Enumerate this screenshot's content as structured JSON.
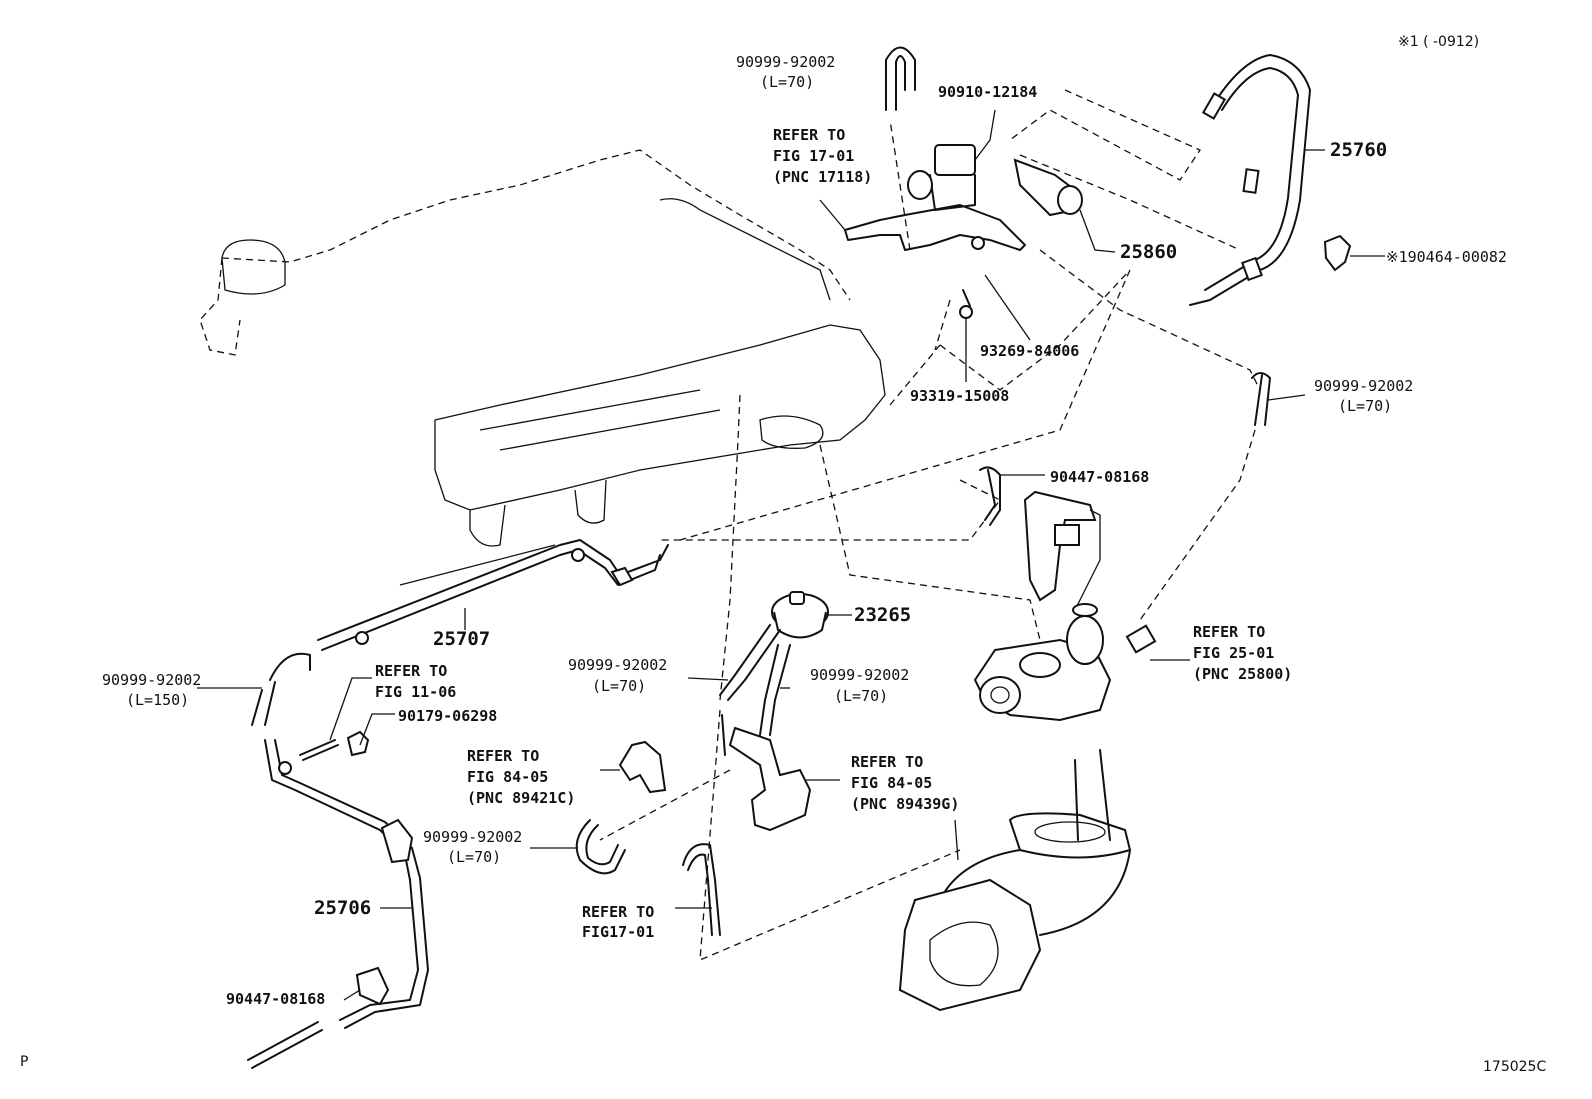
{
  "header": {
    "note": "※1 (      -0912)"
  },
  "footer": {
    "corner_left": "P",
    "figure_id": "175025C"
  },
  "labels": {
    "hose_top": [
      "90999-92002",
      "(L=70)"
    ],
    "vsv": "90910-12184",
    "ref_17_01": [
      "REFER TO",
      "FIG 17-01",
      "(PNC 17118)"
    ],
    "hose_25760": "25760",
    "vsv_25860": "25860",
    "clamp": "※190464-00082",
    "screw_93269": "93269-84006",
    "bolt_93319": "93319-15008",
    "hose_right": [
      "90999-92002",
      "(L=70)"
    ],
    "hose_90447_top": "90447-08168",
    "pipe_25707": "25707",
    "modulator_23265": "23265",
    "ref_25_01": [
      "REFER TO",
      "FIG 25-01",
      "(PNC 25800)"
    ],
    "hose_left": [
      "90999-92002",
      "(L=150)"
    ],
    "ref_11_06": [
      "REFER TO",
      "FIG 11-06"
    ],
    "nut": "90179-06298",
    "hose_mid_a": [
      "90999-92002",
      "(L=70)"
    ],
    "hose_mid_b": [
      "90999-92002",
      "(L=70)"
    ],
    "ref_84_05_c": [
      "REFER TO",
      "FIG 84-05",
      "(PNC 89421C)"
    ],
    "ref_84_05_g": [
      "REFER TO",
      "FIG 84-05",
      "(PNC 89439G)"
    ],
    "hose_low": [
      "90999-92002",
      "(L=70)"
    ],
    "pipe_25706": "25706",
    "ref_17_01_b": [
      "REFER TO",
      "FIG17-01"
    ],
    "hose_90447_bottom": "90447-08168"
  }
}
